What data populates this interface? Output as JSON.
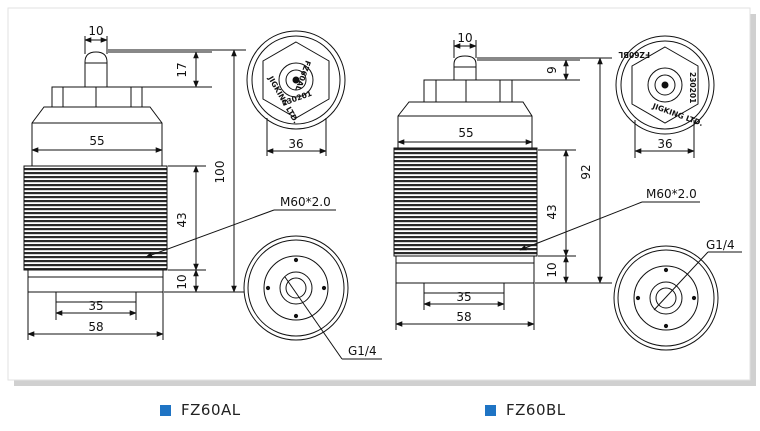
{
  "colors": {
    "accent": "#1f74c4",
    "line": "#111111",
    "panel": "#ffffff",
    "shadow": "#d4d4d4"
  },
  "left": {
    "dims": {
      "pin_width": "10",
      "pin_height": "17",
      "cap_width": "55",
      "total_height": "100",
      "thread_height": "43",
      "base_height": "10",
      "bottom_inner": "35",
      "bottom_outer": "58",
      "top_view_width": "36"
    },
    "thread_label": "M60*2.0",
    "port_label": "G1/4",
    "cap_text": [
      "JIGKING LTD.",
      "FZ60AL",
      "230201"
    ],
    "caption": "FZ60AL"
  },
  "right": {
    "dims": {
      "pin_width": "10",
      "pin_height": "9",
      "cap_width": "55",
      "total_height": "92",
      "thread_height": "43",
      "base_height": "10",
      "bottom_inner": "35",
      "bottom_outer": "58",
      "top_view_width": "36"
    },
    "thread_label": "M60*2.0",
    "port_label": "G1/4",
    "cap_text": [
      "JIGKING LTD.",
      "FZ60BL",
      "230201"
    ],
    "caption": "FZ60BL"
  }
}
